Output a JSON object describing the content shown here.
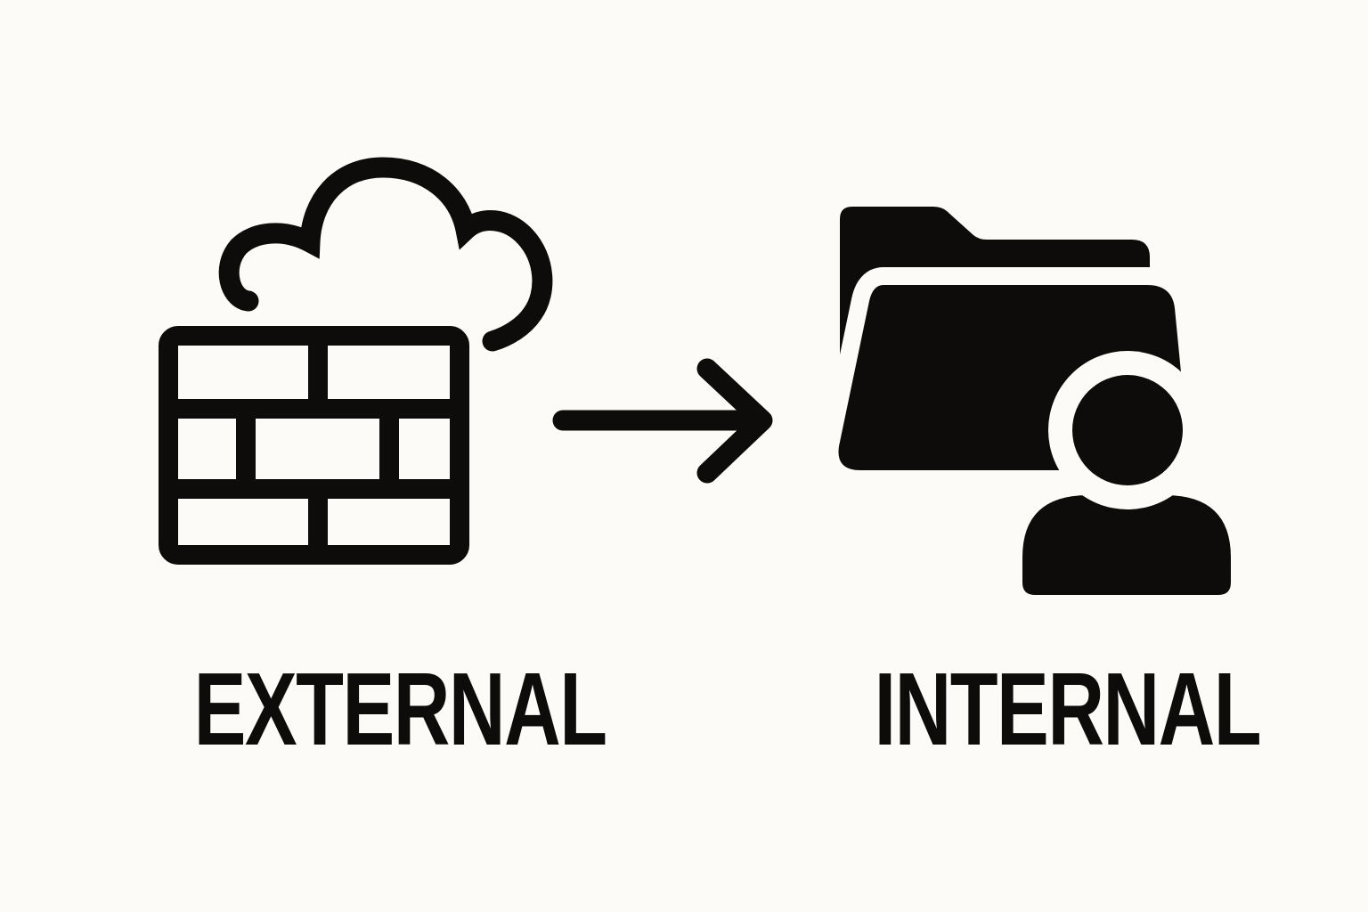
{
  "colors": {
    "background": "#fcfbf7",
    "ink": "#0d0c0a"
  },
  "diagram": {
    "nodes": [
      {
        "id": "external",
        "label": "EXTERNAL",
        "icons": [
          "cloud-icon",
          "firewall-icon"
        ]
      },
      {
        "id": "internal",
        "label": "INTERNAL",
        "icons": [
          "folder-icon",
          "user-icon"
        ]
      }
    ],
    "connector": {
      "type": "arrow",
      "icon": "arrow-right-icon",
      "from": "external",
      "to": "internal",
      "direction": "right"
    }
  }
}
